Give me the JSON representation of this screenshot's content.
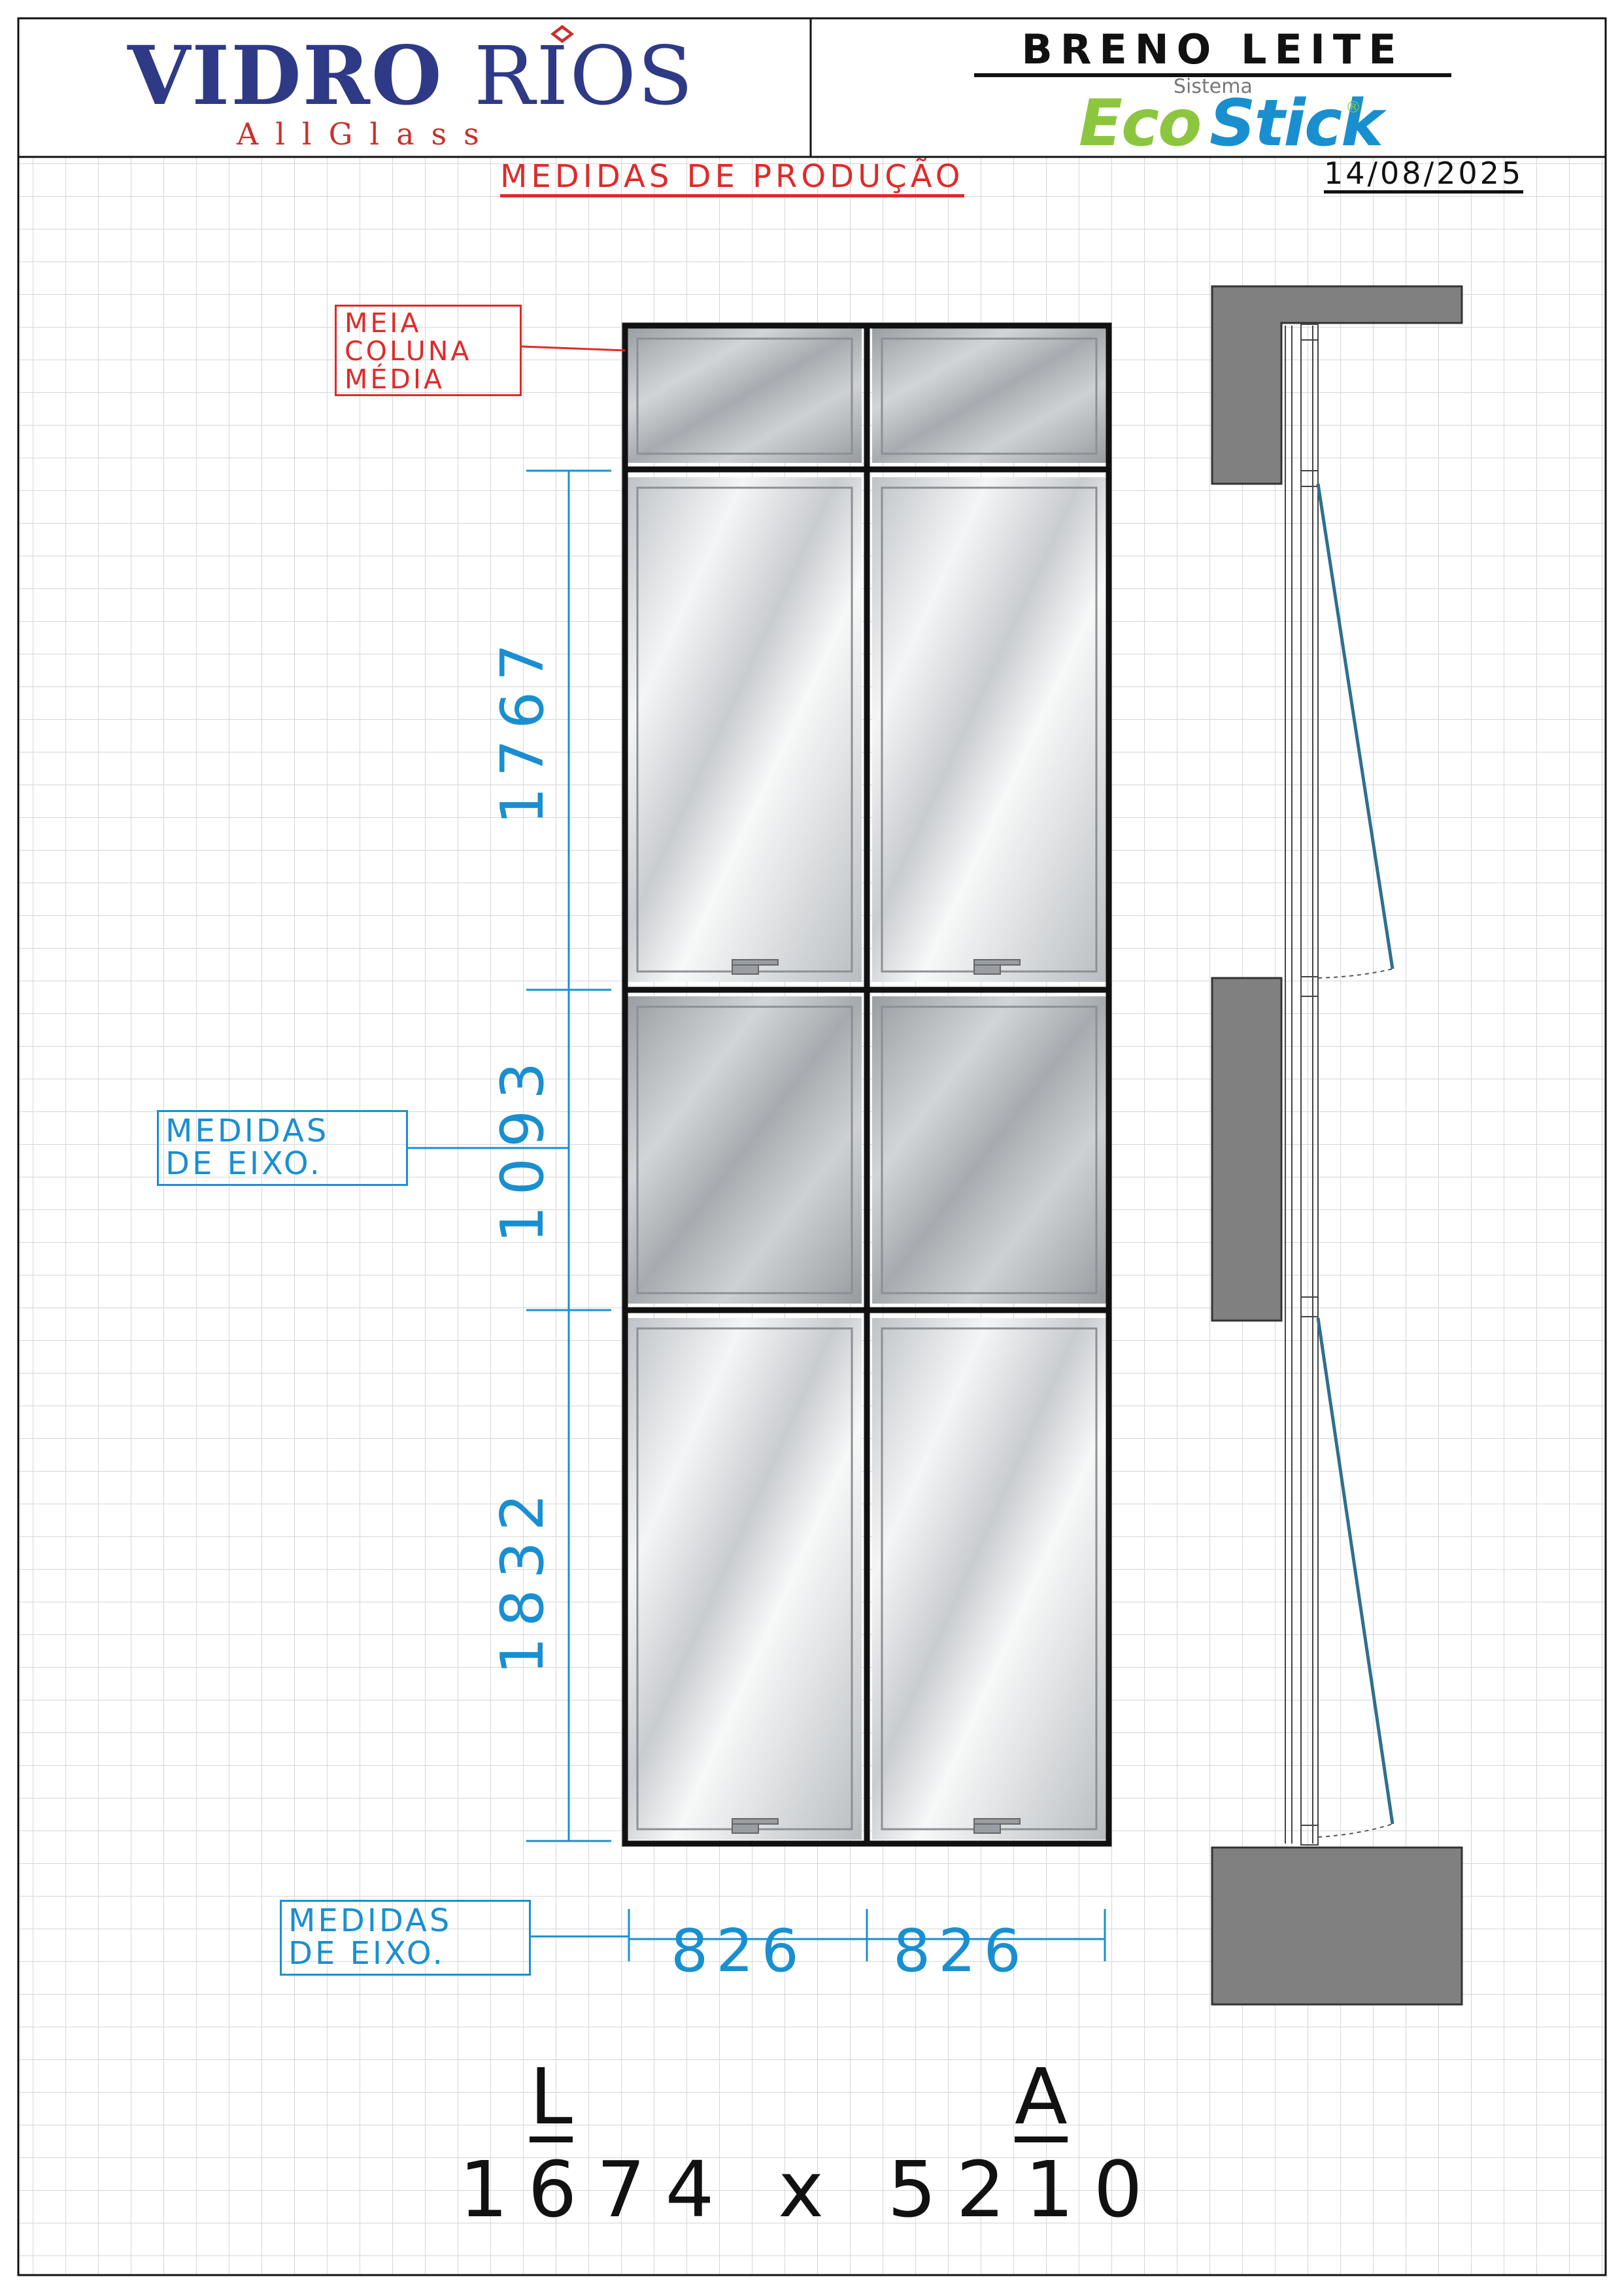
{
  "header": {
    "brand_name_bold": "VIDRO",
    "brand_name_light": "RIOS",
    "brand_tagline": "AllGlass",
    "client_name": "BRENO LEITE",
    "system_prefix": "Sistema",
    "system_name_part1": "Eco",
    "system_name_part2": "Stick",
    "system_registered": "®"
  },
  "title": "MEDIDAS DE PRODUÇÃO",
  "date": "14/08/2025",
  "callouts": {
    "half_column": "MEIA\nCOLUNA\nMÉDIA",
    "axis_measures_vertical": "MEDIDAS\nDE EIXO.",
    "axis_measures_horizontal": "MEDIDAS\nDE EIXO."
  },
  "dimensions": {
    "heights": [
      "1767",
      "1093",
      "1832"
    ],
    "widths": [
      "826",
      "826"
    ]
  },
  "overall": {
    "width_label": "L",
    "height_label": "A",
    "summary": "1674 x 5210"
  },
  "colors": {
    "brand_blue": "#2e3a86",
    "brand_red": "#c9302c",
    "dimension_blue": "#1a8fd0",
    "annotation_red": "#e02a2a",
    "eco_green": "#8cc63f",
    "frame_black": "#111111",
    "wall_gray": "#808080",
    "grid_gray": "#d6d6d6"
  }
}
